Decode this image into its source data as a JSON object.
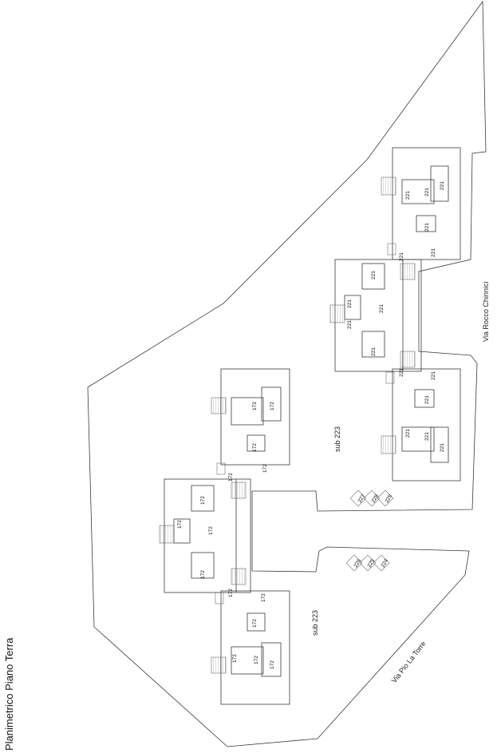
{
  "title": "Planimetrico Piano Terra",
  "streets": {
    "pio_la_torre": "Via Pio La Torre",
    "rocco_chinnici": "Via Rocco Chinnici"
  },
  "subs": {
    "lower": "sub 223",
    "upper": "sub 223"
  },
  "unit_codes": {
    "left": "172",
    "right": "221"
  },
  "parking": {
    "upper": [
      "227",
      "228",
      "229"
    ],
    "lower": [
      "226",
      "225",
      "224"
    ]
  }
}
